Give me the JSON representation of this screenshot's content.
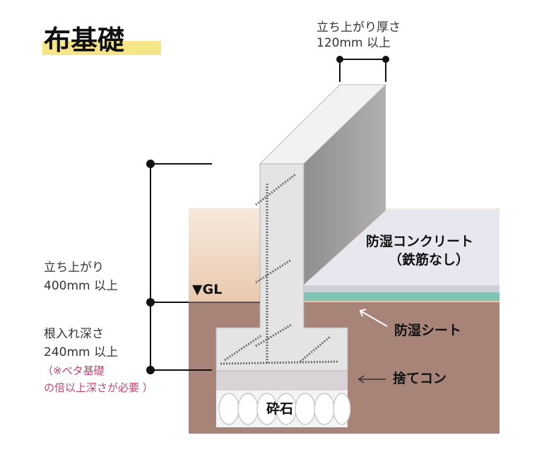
{
  "title": "布基礎",
  "thickness_label": {
    "line1": "立ち上がり厚さ",
    "line2": "120mm 以上"
  },
  "rise_label": {
    "line1": "立ち上がり",
    "line2": "400mm 以上"
  },
  "embed_label": {
    "line1": "根入れ深さ",
    "line2": "240mm 以上"
  },
  "embed_note": {
    "line1": "（※ベタ基礎",
    "line2": "の倍以上深さが必要 ）"
  },
  "gl_label": "▼GL",
  "concrete_label": {
    "line1": "防湿コンクリート",
    "line2": "（鉄筋なし）"
  },
  "sheet_label": "防湿シート",
  "lean_label": "捨てコン",
  "gravel_label": "砕石",
  "colors": {
    "soil": "#a88478",
    "soil_gradient_top": "#f4e0d0",
    "moisture_sheet": "#7fc4b4",
    "slab": "#e6e6ee",
    "title_highlight": "#f7e58a",
    "note_text": "#c2456e",
    "foundation_front": "#e3e3e3",
    "foundation_side": "#9a9a9a"
  }
}
